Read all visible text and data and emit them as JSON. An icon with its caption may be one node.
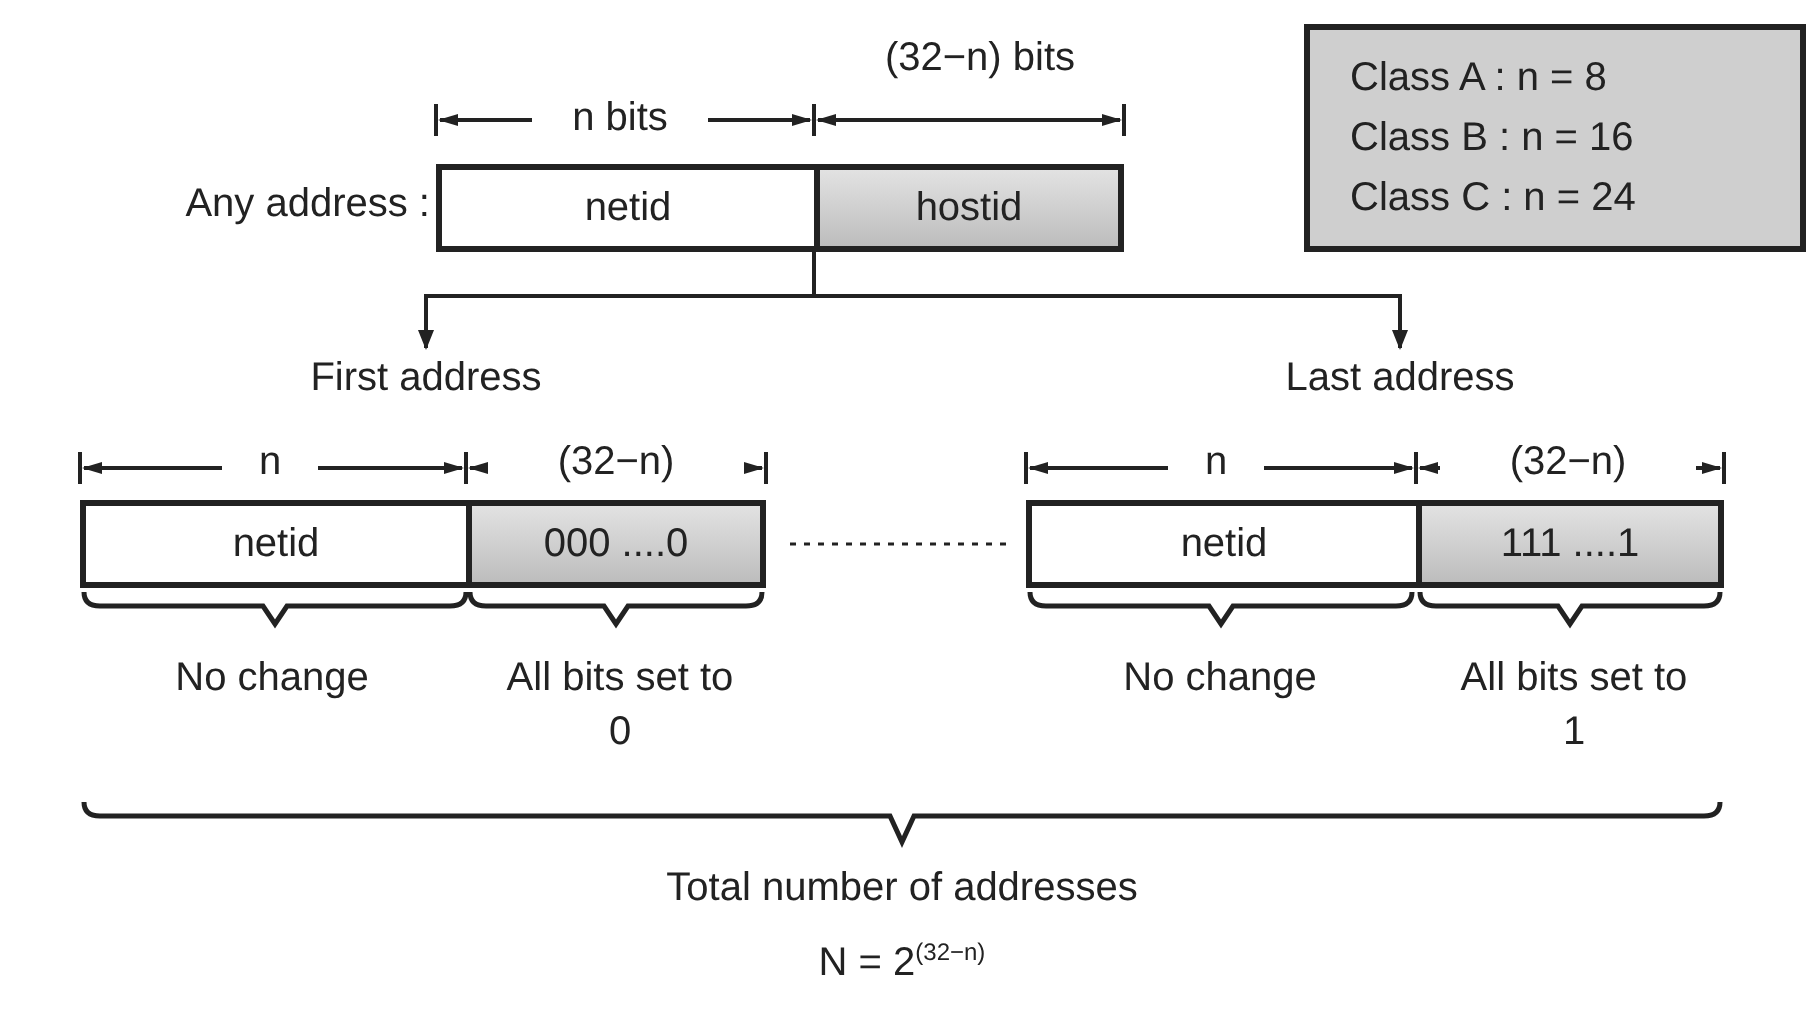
{
  "diagram": {
    "nodes": [
      {
        "text": [
          "netid"
        ]
      },
      {
        "text": [
          "hostid"
        ]
      },
      {
        "text": [
          "First address"
        ]
      },
      {
        "text": [
          "Last address"
        ]
      },
      {
        "text": [
          "netid"
        ]
      },
      {
        "text": [
          "000 ....0"
        ]
      },
      {
        "text": [
          "netid"
        ]
      },
      {
        "text": [
          "111 ....1"
        ]
      },
      {
        "text": [
          "Class A : n = 8",
          "Class B : n = 16",
          "Class C : n = 24"
        ]
      }
    ],
    "edges": [
      {
        "from": 0,
        "to": 2,
        "arrow": "to"
      },
      {
        "from": 0,
        "to": 3,
        "arrow": "to"
      },
      {
        "from": 5,
        "to": 6,
        "arrow": "none",
        "style": "dashed"
      }
    ],
    "labels": [
      "Any address :",
      "(32−n) bits",
      "n bits",
      "n",
      "(32−n)",
      "n",
      "(32−n)",
      "No change",
      "All bits set to 0",
      "No change",
      "All bits set to 1",
      "Total number of addresses",
      "N = 2$^{(32−n)}$"
    ]
  }
}
